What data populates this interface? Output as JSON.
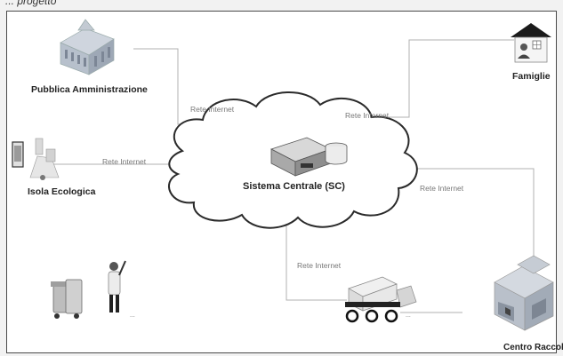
{
  "caption": "... progetto",
  "nodes": {
    "pa": "Pubblica Amministrazione",
    "famiglie": "Famiglie",
    "isola": "Isola Ecologica",
    "centro": "Sistema Centrale (SC)",
    "raccolta": "Centro Raccolta"
  },
  "links": {
    "pa_sc": "Rete Internet",
    "fam_sc": "Rete Internet",
    "isola_sc": "Rete Internet",
    "sc_raccolta": "Rete Internet",
    "sc_truck": "Rete Internet"
  },
  "operator_caption": "...",
  "truck_caption": "..."
}
